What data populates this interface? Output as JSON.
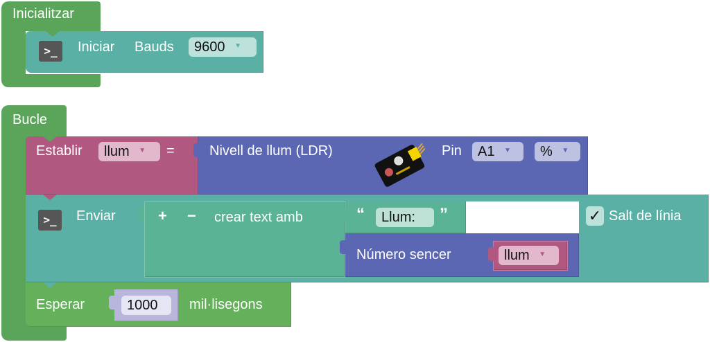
{
  "colors": {
    "control_green": "#5ba55b",
    "serial_teal": "#5bb0a5",
    "variable_magenta": "#b0587f",
    "sensor_blue": "#5b67b3",
    "text_green": "#5ab394",
    "wait_green": "#65b05a",
    "number_lilac": "#b8b6dc"
  },
  "setup": {
    "title": "Inicialitzar",
    "serial_begin": {
      "icon": "terminal-icon",
      "icon_glyph": ">_",
      "label_start": "Iniciar",
      "label_bauds": "Bauds",
      "baud_value": "9600",
      "dropdown_arrow": "▼"
    }
  },
  "loop": {
    "title": "Bucle",
    "set_var": {
      "label": "Establir",
      "variable": "llum",
      "dropdown_arrow": "▼",
      "equals": "=",
      "sensor": {
        "label": "Nivell de llum (LDR)",
        "image": "ldr-sensor-module",
        "pin_label": "Pin",
        "pin_value": "A1",
        "unit_value": "%",
        "dropdown_arrow": "▼"
      }
    },
    "serial_print": {
      "icon": "terminal-icon",
      "icon_glyph": ">_",
      "label": "Enviar",
      "join": {
        "plus": "+",
        "minus": "−",
        "label": "crear text amb",
        "text_item": {
          "open_quote": "“",
          "value": "Llum:",
          "close_quote": "”"
        },
        "number_item": {
          "label": "Número sencer",
          "variable": "llum",
          "dropdown_arrow": "▼"
        }
      },
      "newline": {
        "checked": true,
        "check_glyph": "✓",
        "label": "Salt de línia"
      }
    },
    "wait": {
      "label": "Esperar",
      "value": "1000",
      "unit": "mil·lisegons"
    }
  }
}
